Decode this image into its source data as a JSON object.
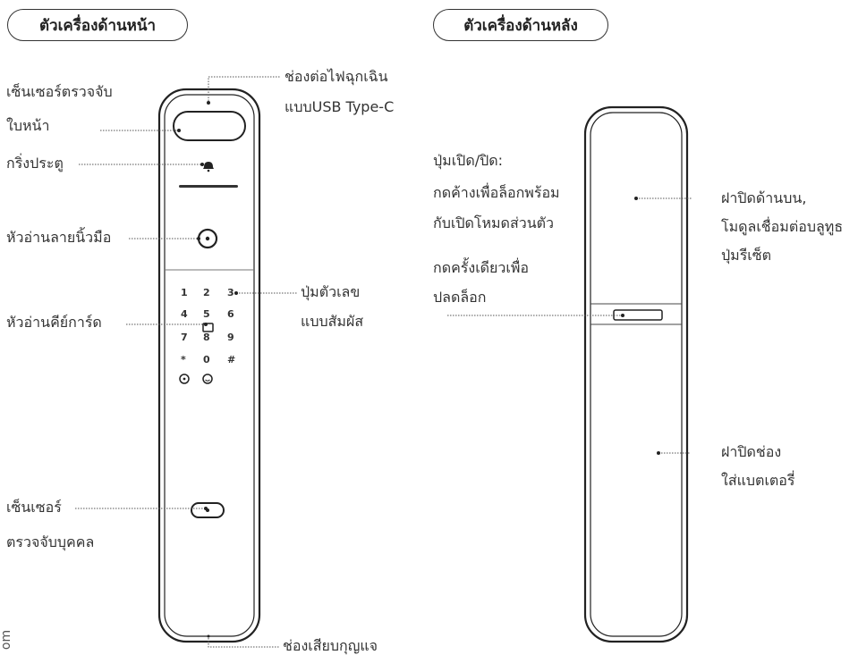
{
  "front": {
    "title": "ตัวเครื่องด้านหน้า",
    "labels": {
      "face_sensor_1": "เซ็นเซอร์ตรวจจับ",
      "face_sensor_2": "ใบหน้า",
      "usb_1": "ช่องต่อไฟฉุกเฉิน",
      "usb_2": "แบบUSB Type-C",
      "doorbell": "กริ่งประตู",
      "fingerprint": "หัวอ่านลายนิ้วมือ",
      "keypad_1": "ปุ่มตัวเลข",
      "keypad_2": "แบบสัมผัส",
      "card_reader": "หัวอ่านคีย์การ์ด",
      "presence_1": "เซ็นเซอร์",
      "presence_2": "ตรวจจับบุคคล",
      "keyhole": "ช่องเสียบกุญแจ"
    },
    "keypad_keys": [
      "1",
      "2",
      "3",
      "4",
      "5",
      "6",
      "7",
      "8",
      "9",
      "*",
      "0",
      "#"
    ]
  },
  "back": {
    "title": "ตัวเครื่องด้านหลัง",
    "labels": {
      "button_1": "ปุ่มเปิด/ปิด:",
      "button_2": "กดค้างเพื่อล็อกพร้อม",
      "button_3": "กับเปิดโหมดส่วนตัว",
      "button_4": "กดครั้งเดียวเพื่อ",
      "button_5": "ปลดล็อก",
      "top_cover_1": "ฝาปิดด้านบน,",
      "top_cover_2": "โมดูลเชื่อมต่อบลูทูธ",
      "top_cover_3": "ปุ่มรีเซ็ต",
      "battery_1": "ฝาปิดช่อง",
      "battery_2": "ใส่แบตเตอรี่"
    }
  },
  "edge_text": "om"
}
